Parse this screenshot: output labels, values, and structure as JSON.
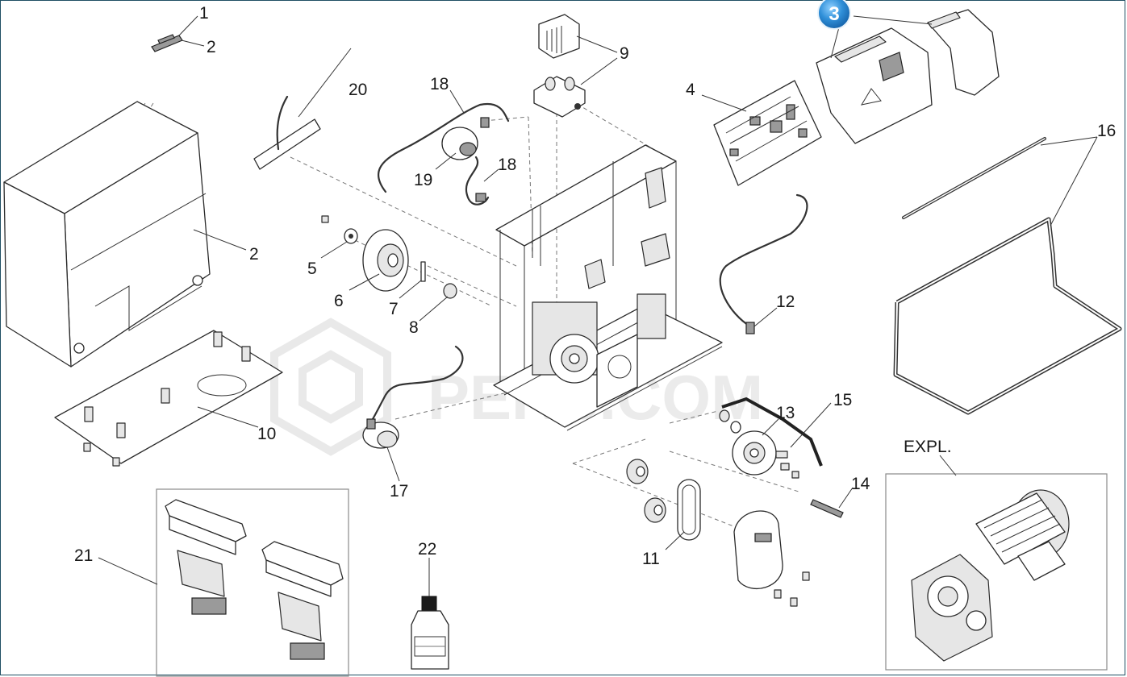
{
  "callouts": {
    "c1": "1",
    "c2a": "2",
    "c2b": "2",
    "c4": "4",
    "c5": "5",
    "c6": "6",
    "c7": "7",
    "c8": "8",
    "c9": "9",
    "c10": "10",
    "c11": "11",
    "c12": "12",
    "c13": "13",
    "c14": "14",
    "c15": "15",
    "c16": "16",
    "c17": "17",
    "c18a": "18",
    "c18b": "18",
    "c19": "19",
    "c20": "20",
    "c21": "21",
    "c22": "22",
    "expl": "EXPL."
  },
  "badge": {
    "value": "3",
    "color": "#2f8fd8"
  },
  "watermark": {
    "text": "PERS.COM"
  },
  "colors": {
    "frame": "#1f4f63",
    "line": "#333333"
  }
}
